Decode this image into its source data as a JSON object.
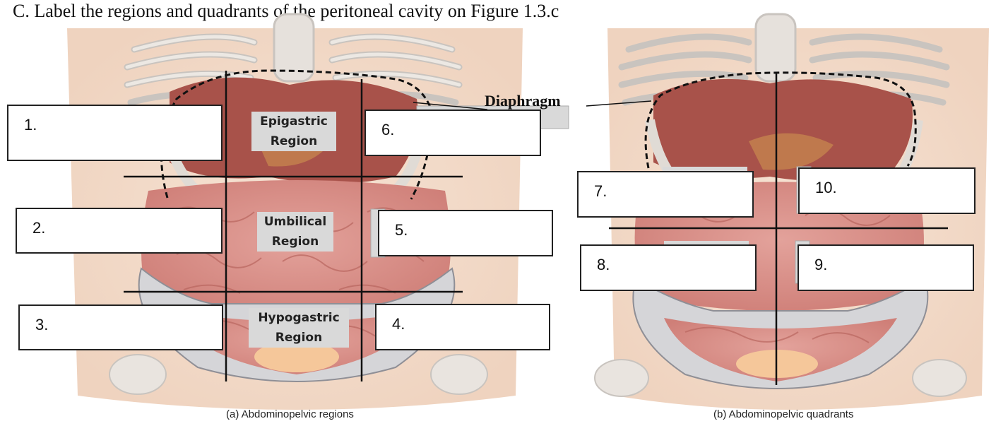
{
  "instruction": "C. Label the regions and quadrants of the peritoneal cavity on Figure 1.3.c",
  "diaphragm_label": "Diaphragm",
  "regions_figure": {
    "caption": "(a) Abdominopelvic regions",
    "labels": {
      "epigastric_line1": "Epigastric",
      "epigastric_line2": "Region",
      "umbilical_line1": "Umbilical",
      "umbilical_line2": "Region",
      "hypogastric_line1": "Hypogastric",
      "hypogastric_line2": "Region"
    },
    "boxes": [
      "1.",
      "2.",
      "3.",
      "4.",
      "5.",
      "6."
    ]
  },
  "quadrants_figure": {
    "caption": "(b) Abdominopelvic quadrants",
    "boxes": [
      "7.",
      "10.",
      "8.",
      "9."
    ]
  },
  "colors": {
    "skin": "#f3dccb",
    "bone": "#e6e1dc",
    "liver": "#a8524a",
    "intestine": "#d98e87",
    "pelvis": "#d5d5d8"
  }
}
